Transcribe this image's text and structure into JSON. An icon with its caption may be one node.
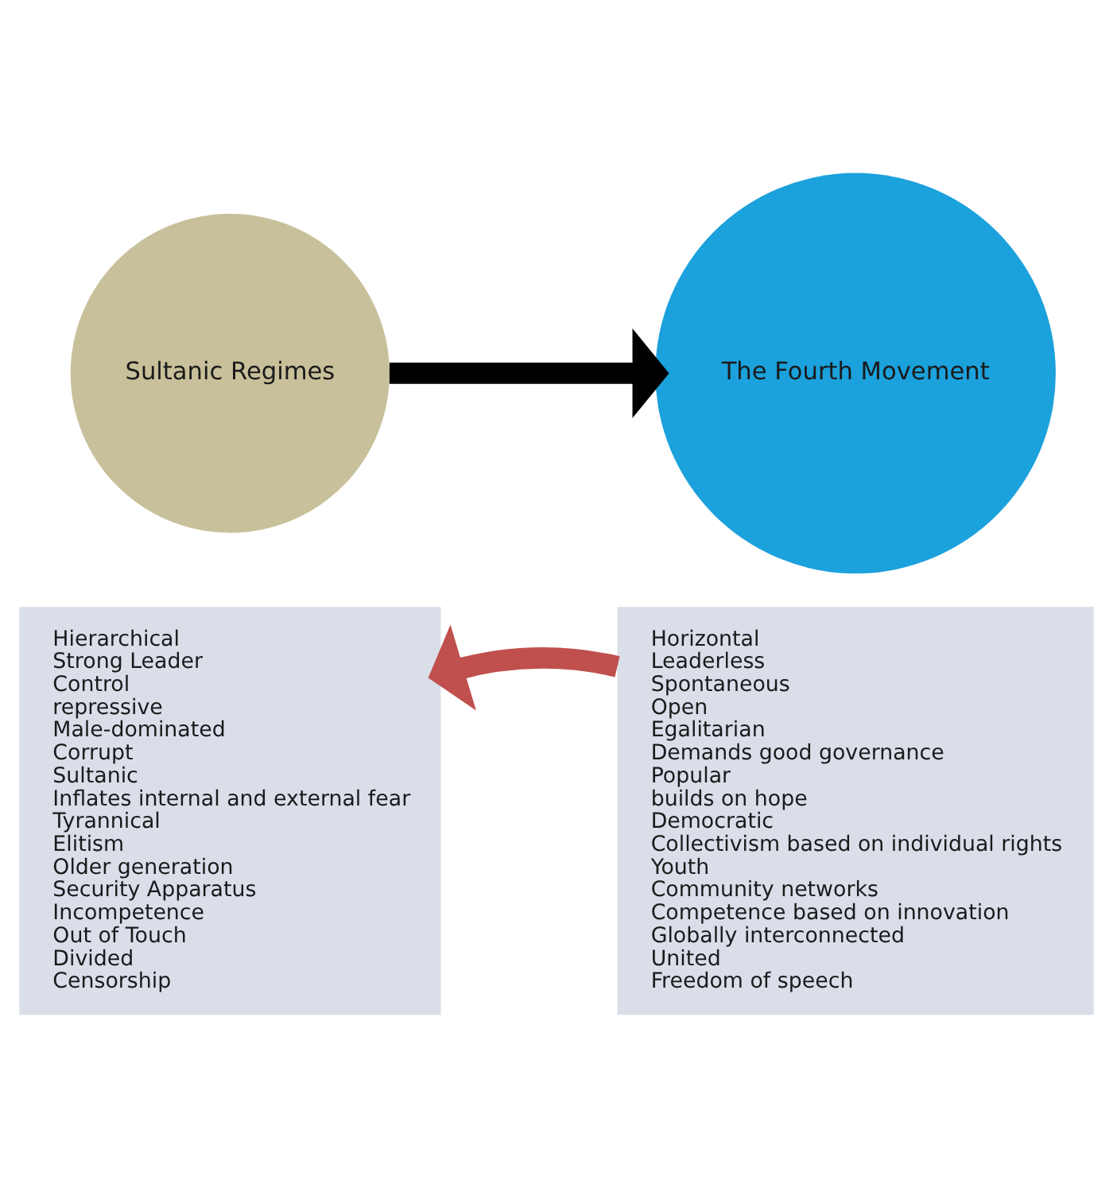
{
  "diagram": {
    "nodes": [
      {
        "text": [
          "Sultanic Regimes"
        ]
      },
      {
        "text": [
          "Hierarchical",
          "Strong Leader",
          "Control",
          "repressive",
          "Male-dominated",
          "Corrupt",
          "Sultanic",
          "Inflates internal and external fear",
          "Tyrannical",
          "Elitism",
          "Older generation",
          "Security Apparatus",
          "Incompetence",
          "Out of Touch",
          "Divided",
          "Censorship"
        ]
      },
      {
        "text": [
          "The Fourth Movement"
        ]
      },
      {
        "text": [
          "Horizontal",
          "Leaderless",
          "Spontaneous",
          "Open",
          "Egalitarian",
          "Demands good governance",
          "Popular",
          "builds on hope",
          "Democratic",
          "Collectivism based on individual rights",
          "Youth",
          "Community networks",
          "Competence based on innovation",
          "Globally interconnected",
          "United",
          "Freedom of speech"
        ]
      }
    ],
    "edges": [
      {
        "from": 0,
        "to": 2,
        "arrow": "to",
        "color": "#000000"
      },
      {
        "from": 3,
        "to": 1,
        "arrow": "to",
        "color": "#c0504d"
      }
    ]
  }
}
